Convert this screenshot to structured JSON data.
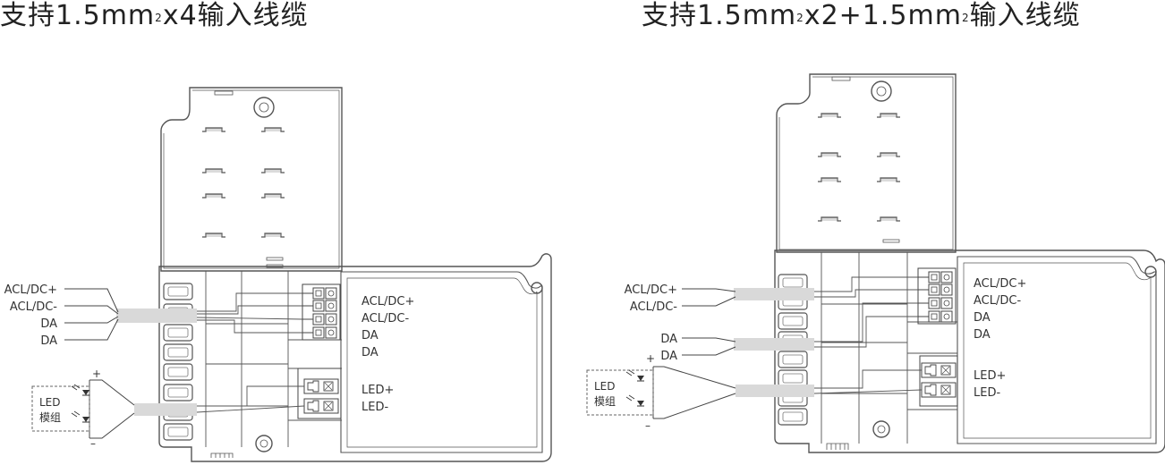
{
  "titles": {
    "left": {
      "part1": "支持1.5mm",
      "sup1": "2",
      "part2": "x4输入线缆"
    },
    "right": {
      "part1": "支持1.5mm",
      "sup1": "2",
      "part2": "x2+1.5mm",
      "sup2": "2",
      "part3": "输入线缆"
    }
  },
  "left_diagram": {
    "wire_labels": [
      "ACL/DC+",
      "ACL/DC-",
      "DA",
      "DA"
    ],
    "terminal_labels": [
      "ACL/DC+",
      "ACL/DC-",
      "DA",
      "DA"
    ],
    "output_labels": [
      "LED+",
      "LED-"
    ],
    "led_module": {
      "line1": "LED",
      "line2": "模组",
      "plus": "+",
      "minus": "–"
    }
  },
  "right_diagram": {
    "wire_labels_group1": [
      "ACL/DC+",
      "ACL/DC-"
    ],
    "wire_labels_group2": [
      "DA",
      "DA"
    ],
    "terminal_labels": [
      "ACL/DC+",
      "ACL/DC-",
      "DA",
      "DA"
    ],
    "output_labels": [
      "LED+",
      "LED-"
    ],
    "led_module": {
      "line1": "LED",
      "line2": "模组",
      "plus": "+",
      "minus": "–"
    }
  },
  "colors": {
    "line": "#555555",
    "cable": "#d9d9d9",
    "text": "#222222"
  }
}
